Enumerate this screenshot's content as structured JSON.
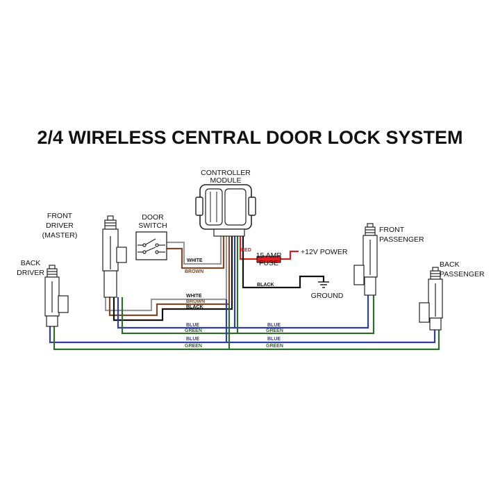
{
  "title": "2/4 WIRELESS CENTRAL DOOR LOCK SYSTEM",
  "components": {
    "controller": [
      "CONTROLLER",
      "MODULE"
    ],
    "door_switch": [
      "DOOR",
      "SWITCH"
    ],
    "front_driver": [
      "FRONT",
      "DRIVER",
      "(MASTER)"
    ],
    "back_driver": [
      "BACK",
      "DRIVER"
    ],
    "front_passenger": [
      "FRONT",
      "PASSENGER"
    ],
    "back_passenger": [
      "BACK",
      "PASSENGER"
    ],
    "fuse": [
      "15 AMP",
      "FUSE"
    ],
    "power": "+12V POWER",
    "ground": "GROUND"
  },
  "wire_labels": {
    "red": "RED",
    "black": "BLACK",
    "white": "WHITE",
    "brown": "BROWN",
    "blue": "BLUE",
    "green": "GREEN"
  },
  "colors": {
    "red": "#cc2222",
    "black": "#111111",
    "white_wire": "#9a9a9a",
    "brown": "#7a4a2a",
    "blue": "#2f3f9e",
    "green": "#2f6b2f",
    "fuse": "#e02020"
  }
}
